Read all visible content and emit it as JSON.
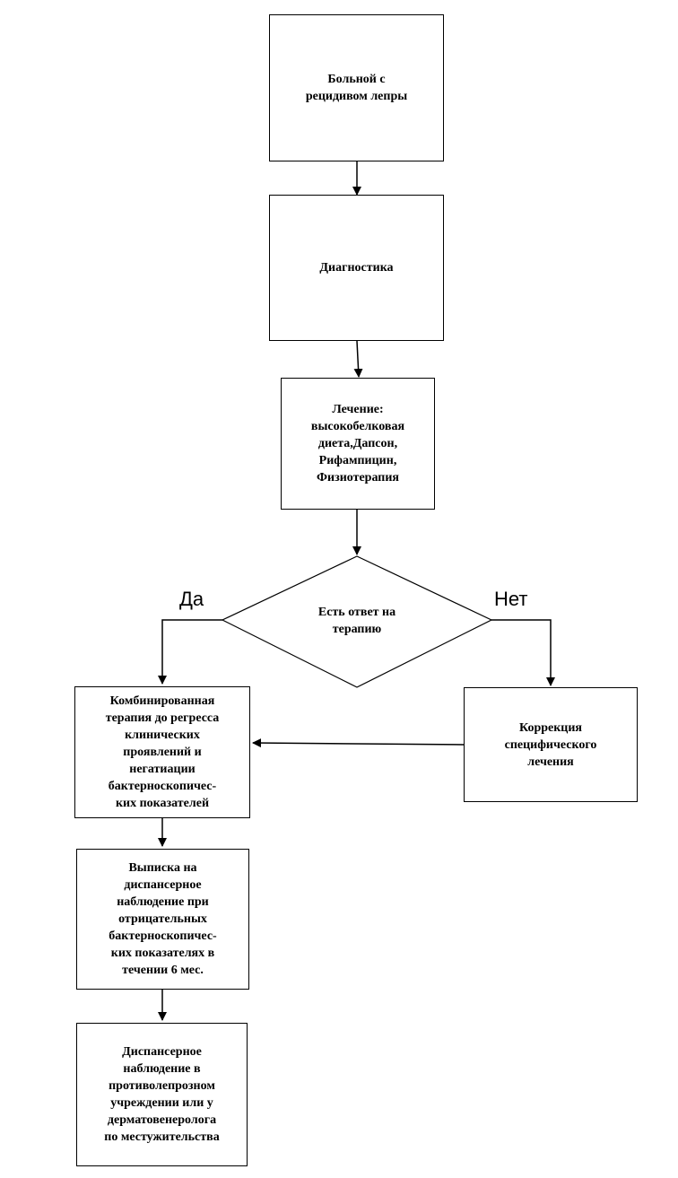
{
  "flowchart": {
    "nodes": {
      "patient": {
        "text": "Больной с\nрецидивом лепры"
      },
      "diagnostics": {
        "text": "Диагностика"
      },
      "treatment": {
        "text": "Лечение:\nвысокобелковая\nдиета,Дапсон,\nРифампицин,\nФизиотерапия"
      },
      "decision": {
        "text": "Есть ответ на\nтерапию"
      },
      "combined": {
        "text": "Комбинированная\nтерапия до регресса\nклинических\nпроявлений и\nнегатиации\nбактерноскопичес-\nких показателей"
      },
      "correction": {
        "text": "Коррекция\nспецифического\nлечения"
      },
      "discharge": {
        "text": "Выписка на\nдиспансерное\nнаблюдение при\nотрицательных\nбактерноскопичес-\nких показателях в\nтечении 6 мес."
      },
      "followup": {
        "text": "Диспансерное\nнаблюдение в\nпротиволепрозном\nучреждении или у\nдерматовенеролога\nпо местужительства"
      }
    },
    "branches": {
      "yes": "Да",
      "no": "Нет"
    },
    "colors": {
      "line": "#000000",
      "background": "#ffffff"
    }
  }
}
